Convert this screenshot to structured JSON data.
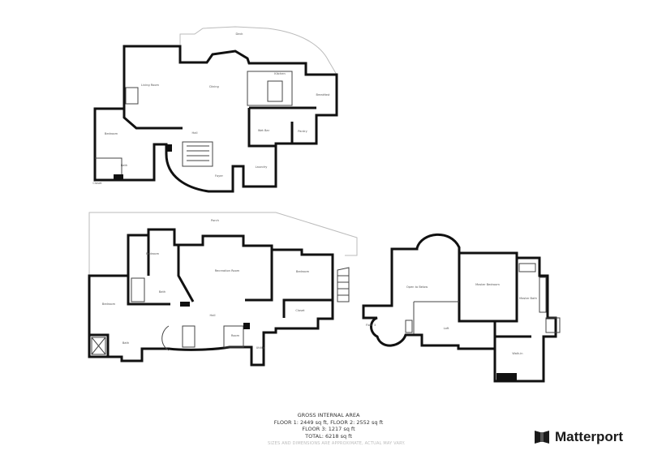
{
  "floor1": {
    "rooms": [
      "Deck",
      "Living Room",
      "Dining",
      "Kitchen",
      "Breakfast",
      "Bedroom",
      "Bath",
      "Hall",
      "Wet Bar",
      "Pantry",
      "Foyer",
      "Laundry",
      "Closet"
    ]
  },
  "floor2": {
    "rooms": [
      "Porch",
      "Bedroom",
      "Recreation Room",
      "Bedroom",
      "Bedroom",
      "Bath",
      "Bath",
      "Hall",
      "Room",
      "Utility",
      "Closet"
    ]
  },
  "floor3": {
    "rooms": [
      "Open to Below",
      "Master Bedroom",
      "Master Bath",
      "Loft",
      "Walk-in",
      "Floor 3"
    ]
  },
  "area": {
    "title": "GROSS INTERNAL AREA",
    "line1": "FLOOR 1: 2449 sq ft, FLOOR 2: 2552 sq ft",
    "line2": "FLOOR 3: 1217 sq ft",
    "total": "TOTAL: 6218 sq ft",
    "disclaimer": "SIZES AND DIMENSIONS ARE APPROXIMATE, ACTUAL MAY VARY."
  },
  "brand": {
    "name": "Matterport",
    "logo_icon": "matterport-logo-icon"
  }
}
